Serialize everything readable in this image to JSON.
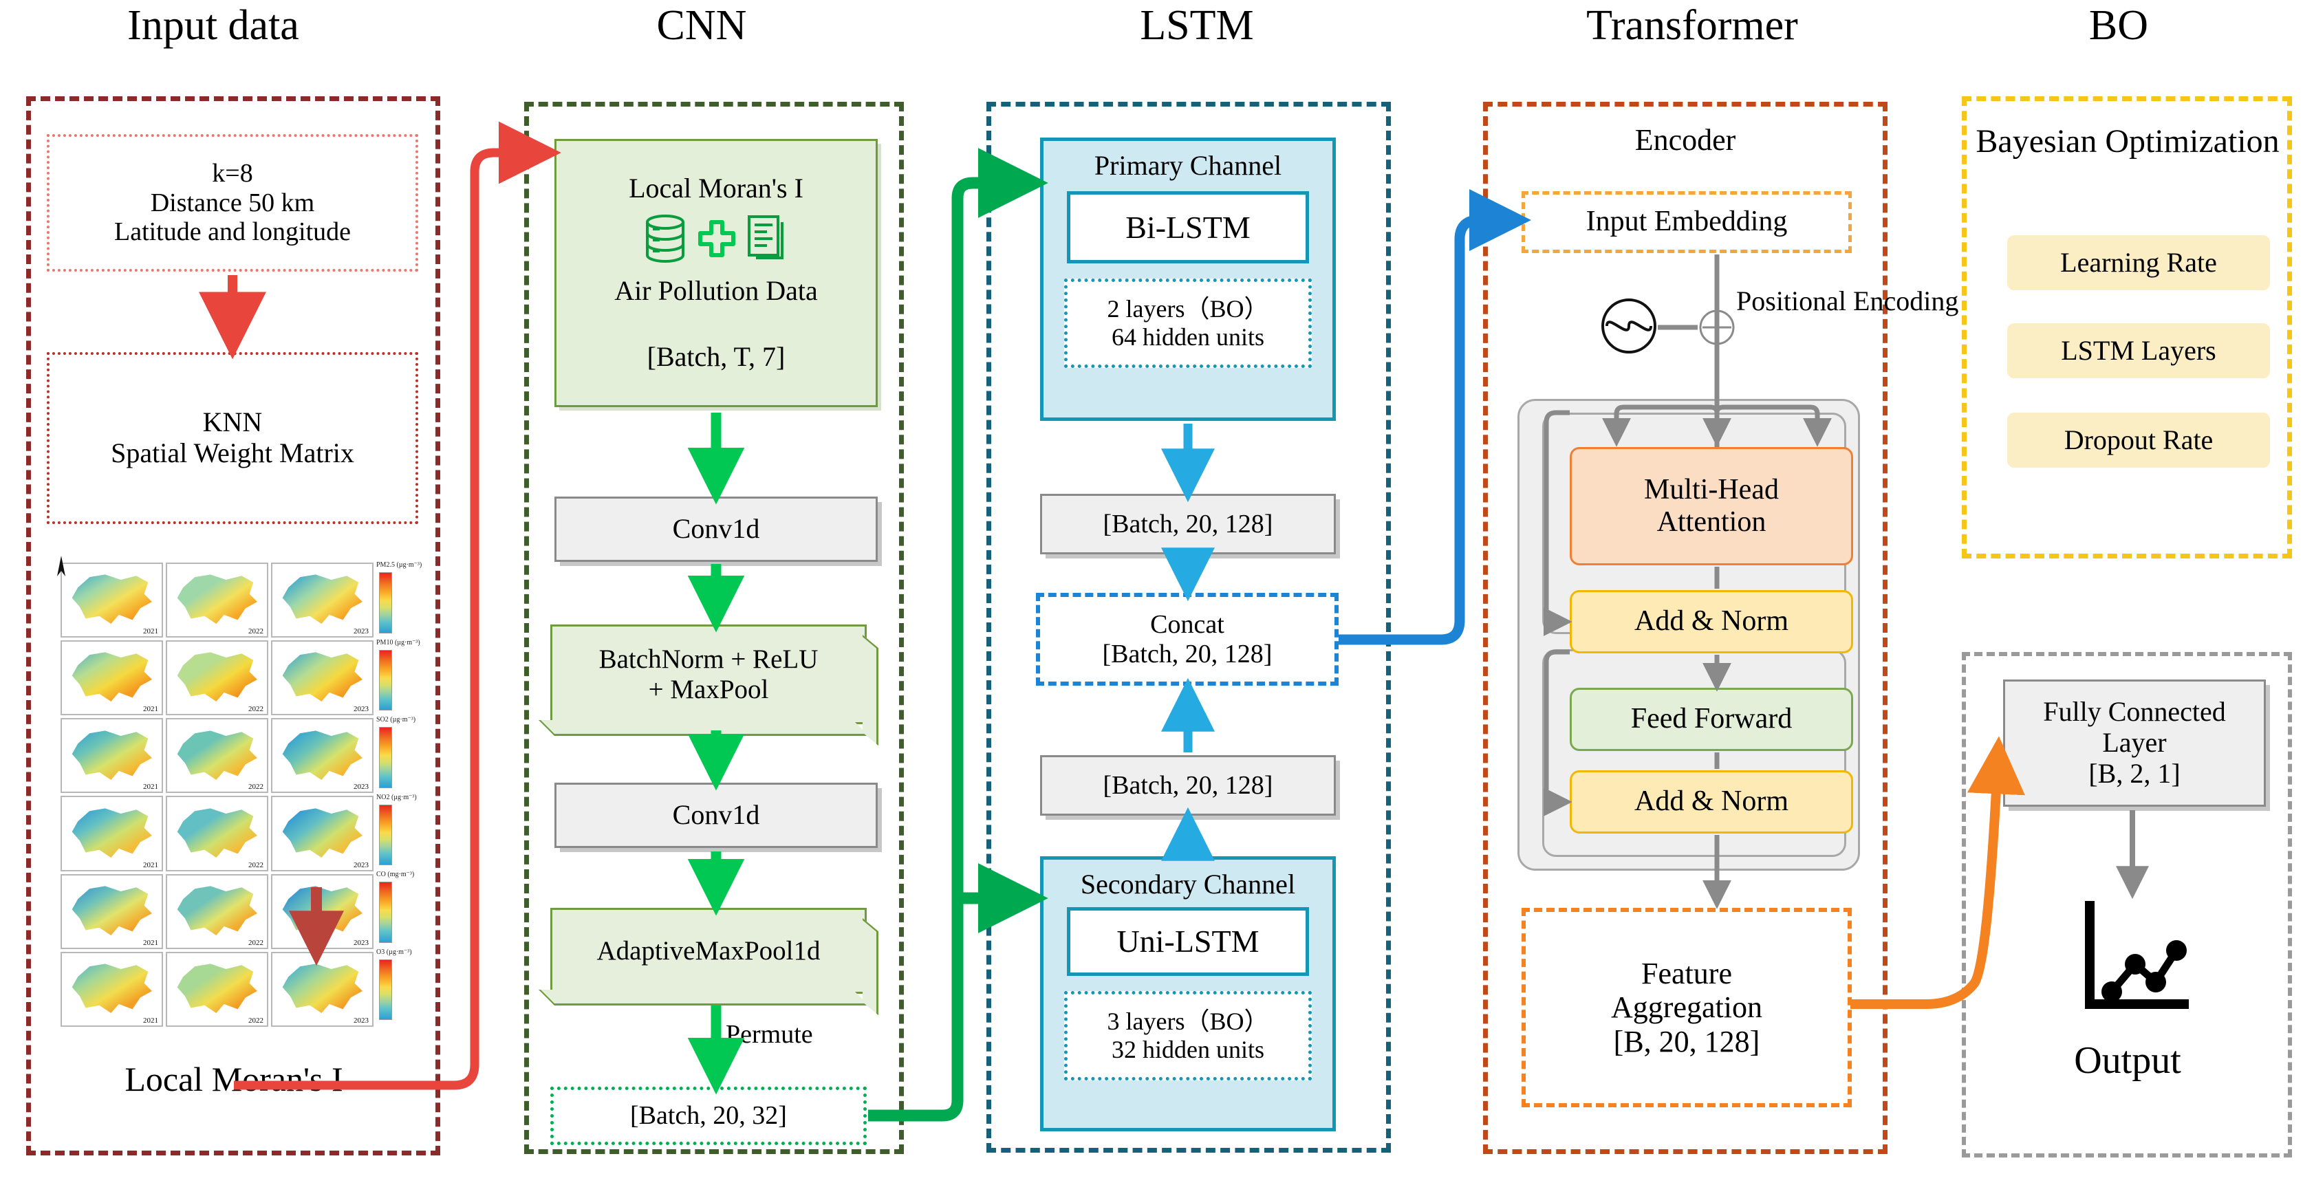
{
  "titles": {
    "input": "Input data",
    "cnn": "CNN",
    "lstm": "LSTM",
    "transformer": "Transformer",
    "bo": "BO"
  },
  "input_panel": {
    "params_box": {
      "line1": "k=8",
      "line2": "Distance 50 km",
      "line3": "Latitude and longitude"
    },
    "knn_box": {
      "line1": "KNN",
      "line2": "Spatial Weight Matrix"
    },
    "map_caption": "Local Moran's I",
    "map_grid": {
      "years": [
        "2021",
        "2022",
        "2023"
      ],
      "rows": 6,
      "colorbar_labels": [
        "PM2.5 (µg·m⁻³)",
        "PM10 (µg·m⁻³)",
        "SO2 (µg·m⁻³)",
        "NO2 (µg·m⁻³)",
        "CO (mg·m⁻³)",
        "O3 (µg·m⁻³)"
      ],
      "north_marker": "N"
    }
  },
  "cnn_panel": {
    "source_box": {
      "title": "Local Moran's I",
      "subtitle": "Air Pollution Data",
      "shape": "[Batch, T, 7]",
      "icons": [
        "database-icon",
        "plus-icon",
        "document-icon"
      ]
    },
    "conv1": "Conv1d",
    "bn_relu": {
      "line1": "BatchNorm + ReLU",
      "line2": "+ MaxPool"
    },
    "conv2": "Conv1d",
    "adaptive": "AdaptiveMaxPool1d",
    "permute_label": "Permute",
    "output_shape": "[Batch, 20, 32]"
  },
  "lstm_panel": {
    "primary": {
      "title": "Primary Channel",
      "model": "Bi-LSTM",
      "layers": "2 layers（BO）",
      "units": "64 hidden units"
    },
    "shape_top": "[Batch, 20, 128]",
    "concat": {
      "line1": "Concat",
      "line2": "[Batch, 20, 128]"
    },
    "shape_bottom": "[Batch, 20, 128]",
    "secondary": {
      "title": "Secondary Channel",
      "model": "Uni-LSTM",
      "layers": "3 layers（BO）",
      "units": "32 hidden units"
    }
  },
  "transformer_panel": {
    "encoder_label": "Encoder",
    "input_embedding": "Input  Embedding",
    "positional": {
      "line1": "Positional",
      "line2": "Encoding"
    },
    "pe_icon": "sine-wave-circle-icon",
    "add_icon": "circle-plus-icon",
    "multi_head": {
      "line1": "Multi-Head",
      "line2": "Attention"
    },
    "add_norm_1": "Add & Norm",
    "feed_forward": "Feed Forward",
    "add_norm_2": "Add & Norm",
    "feature_agg": {
      "line1": "Feature",
      "line2": "Aggregation",
      "line3": "[B, 20, 128]"
    }
  },
  "bo_panel": {
    "title": {
      "line1": "Bayesian",
      "line2": "Optimization"
    },
    "chips": [
      "Learning Rate",
      "LSTM Layers",
      "Dropout Rate"
    ]
  },
  "output_panel": {
    "fc_box": {
      "line1": "Fully Connected",
      "line2": "Layer",
      "line3": "[B, 2, 1]"
    },
    "chart_icon": "line-chart-icon",
    "label": "Output"
  },
  "colors": {
    "input_border": "#8b2a28",
    "input_inner_border": "#e8796f",
    "cnn_border": "#3f5d2a",
    "cnn_accent": "#00b050",
    "lstm_border": "#16617a",
    "lstm_accent": "#00a8e8",
    "transformer_border": "#c0491a",
    "transformer_accent": "#f58220",
    "bo_border": "#f5c518",
    "output_border": "#9a9a9a",
    "red_arrow": "#e8453c",
    "green_arrow": "#00a94f",
    "blue_arrow": "#1d83d4",
    "orange_arrow": "#f58220"
  }
}
